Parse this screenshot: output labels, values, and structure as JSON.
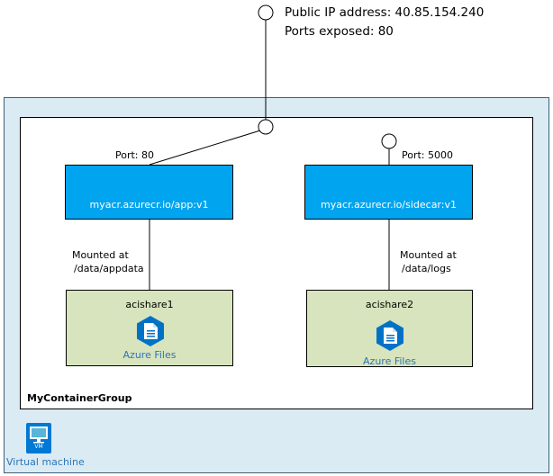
{
  "public_ip": {
    "address_line": "Public IP address: 40.85.154.240",
    "ports_line": "Ports exposed: 80"
  },
  "container_group": {
    "name": "MyContainerGroup"
  },
  "containers": [
    {
      "port_label": "Port: 80",
      "image": "myacr.azurecr.io/app:v1",
      "mount_line1": "Mounted at",
      "mount_line2": "/data/appdata"
    },
    {
      "port_label": "Port: 5000",
      "image": "myacr.azurecr.io/sidecar:v1",
      "mount_line1": "Mounted at",
      "mount_line2": "/data/logs"
    }
  ],
  "shares": [
    {
      "name": "acishare1",
      "service": "Azure Files",
      "icon": "azure-files-icon"
    },
    {
      "name": "acishare2",
      "service": "Azure Files",
      "icon": "azure-files-icon"
    }
  ],
  "vm": {
    "label": "Virtual machine",
    "badge": "VM",
    "icon": "virtual-machine-icon"
  },
  "colors": {
    "container": "#00a4ef",
    "share": "#d7e4bd",
    "vm_region": "#daebf4",
    "files_icon": "#0072c6",
    "link_text": "#2e75b6"
  }
}
